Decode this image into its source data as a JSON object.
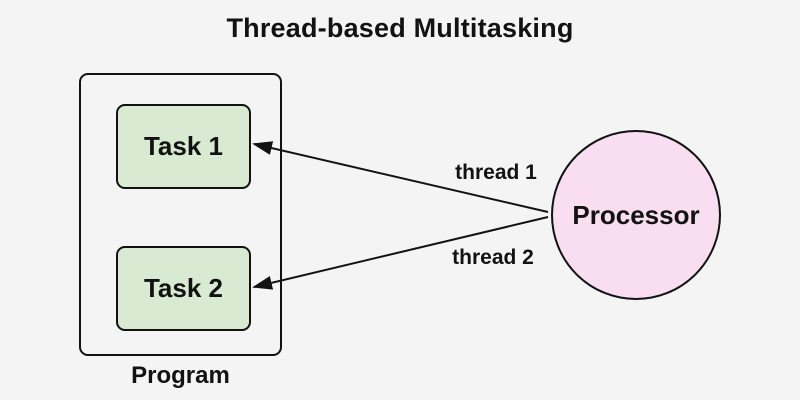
{
  "title": "Thread-based Multitasking",
  "diagram": {
    "program": {
      "label": "Program",
      "tasks": [
        {
          "label": "Task 1"
        },
        {
          "label": "Task 2"
        }
      ]
    },
    "processor": {
      "label": "Processor"
    },
    "threads": [
      {
        "label": "thread 1",
        "from": "Processor",
        "to": "Task 1"
      },
      {
        "label": "thread 2",
        "from": "Processor",
        "to": "Task 2"
      }
    ],
    "colors": {
      "background": "#f4f4f4",
      "task_fill": "#d8ead2",
      "processor_fill": "#f8def0",
      "stroke": "#121212",
      "text": "#121212"
    }
  }
}
